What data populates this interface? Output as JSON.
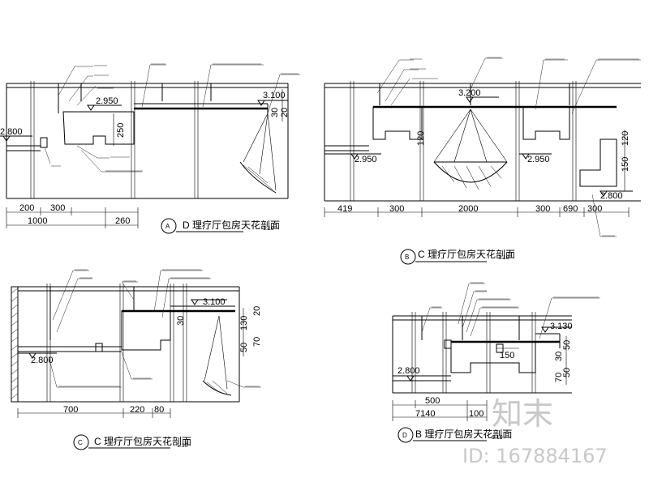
{
  "section_a": {
    "title": "D 理疗厅包房天花剖面",
    "marker": "A",
    "scale": "1:10",
    "dims": [
      "200",
      "300",
      "1000",
      "260",
      "250",
      "30",
      "20"
    ],
    "levels": [
      "2.950",
      "3.100",
      "2.800"
    ]
  },
  "section_b_top": {
    "title": "C 理疗厅包房天花剖面",
    "marker": "B",
    "scale": "1:10",
    "dims": [
      "419",
      "300",
      "2000",
      "300",
      "690",
      "300",
      "120",
      "150",
      "120"
    ],
    "levels": [
      "3.200",
      "2.950",
      "2.950",
      "2.800"
    ]
  },
  "section_c": {
    "title": "C 理疗厅包房天花剖面",
    "marker": "C",
    "scale": "1:10",
    "dims": [
      "700",
      "220",
      "80",
      "130",
      "20",
      "30",
      "50",
      "70"
    ],
    "levels": [
      "3.100",
      "2.800"
    ]
  },
  "section_d": {
    "title": "B 理疗厅包房天花剖面",
    "marker": "D",
    "scale": "1:10",
    "dims": [
      "500",
      "7140",
      "100",
      "150",
      "50",
      "30",
      "70",
      "50"
    ],
    "levels": [
      "3.130",
      "2.800"
    ]
  },
  "watermark": {
    "brand": "知末",
    "id": "ID: 167884167"
  }
}
